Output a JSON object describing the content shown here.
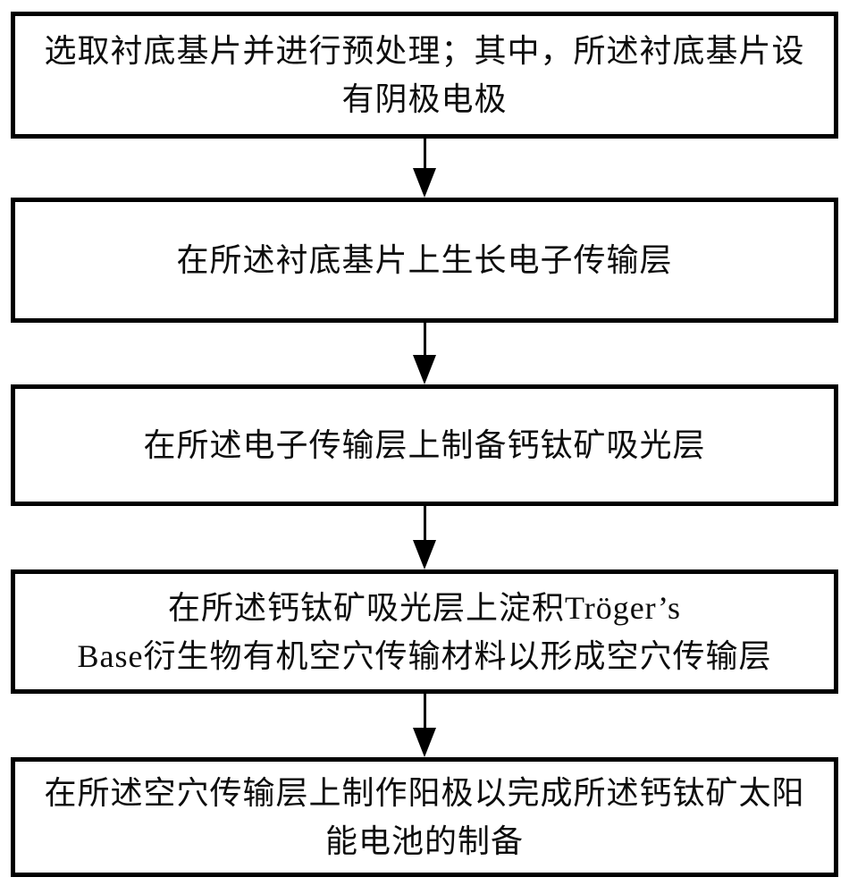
{
  "figure": {
    "type": "flowchart",
    "background_color": "#ffffff",
    "box_border_color": "#000000",
    "text_color": "#0d0d0d",
    "boxes": [
      {
        "id": "step-1",
        "lines": [
          "选取衬底基片并进行预处理；其中，所述衬底基片设",
          "有阴极电极"
        ],
        "full_text": "选取衬底基片并进行预处理；其中，所述衬底基片设有阴极电极"
      },
      {
        "id": "step-2",
        "lines": [
          "在所述衬底基片上生长电子传输层"
        ],
        "full_text": "在所述衬底基片上生长电子传输层"
      },
      {
        "id": "step-3",
        "lines": [
          "在所述电子传输层上制备钙钛矿吸光层"
        ],
        "full_text": "在所述电子传输层上制备钙钛矿吸光层"
      },
      {
        "id": "step-4",
        "lines": [
          "在所述钙钛矿吸光层上淀积Tröger’s",
          "Base衍生物有机空穴传输材料以形成空穴传输层"
        ],
        "full_text": "在所述钙钛矿吸光层上淀积Tröger’s Base衍生物有机空穴传输材料以形成空穴传输层"
      },
      {
        "id": "step-5",
        "lines": [
          "在所述空穴传输层上制作阳极以完成所述钙钛矿太阳",
          "能电池的制备"
        ],
        "full_text": "在所述空穴传输层上制作阳极以完成所述钙钛矿太阳能电池的制备"
      }
    ],
    "connectors": [
      "arrow-down",
      "arrow-down",
      "arrow-down",
      "arrow-down"
    ]
  }
}
